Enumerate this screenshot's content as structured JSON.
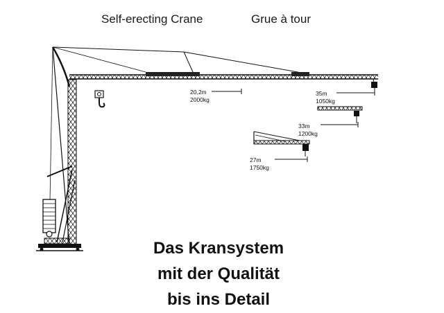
{
  "captions": {
    "english": "Self-erecting Crane",
    "french": "Grue à tour"
  },
  "specs": [
    {
      "reach": "20,2m",
      "load": "2000kg"
    },
    {
      "reach": "35m",
      "load": "1050kg"
    },
    {
      "reach": "33m",
      "load": "1200kg"
    },
    {
      "reach": "27m",
      "load": "1750kg"
    }
  ],
  "headline": {
    "line1": "Das Kransystem",
    "line2": "mit der Qualität",
    "line3": "bis ins Detail"
  }
}
